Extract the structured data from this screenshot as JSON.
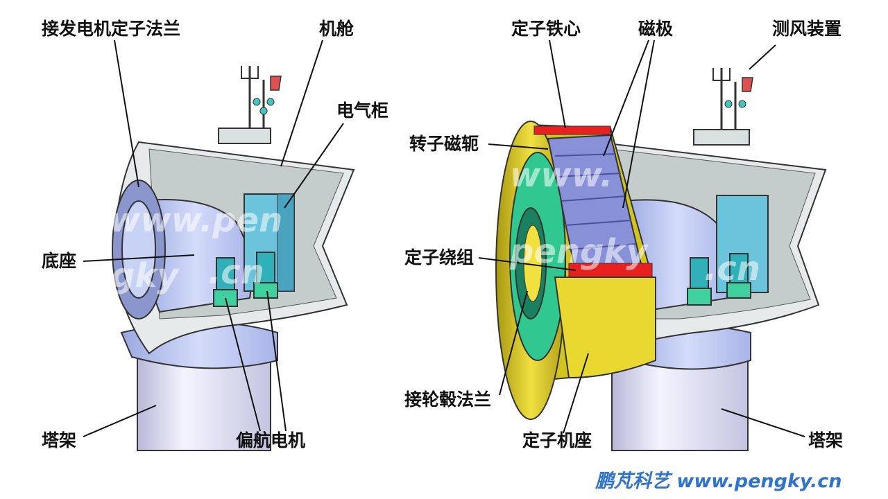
{
  "labels": {
    "left": {
      "stator_flange": "接发电机定子法兰",
      "nacelle": "机舱",
      "electrical_cabinet": "电气柜",
      "base": "底座",
      "tower": "塔架",
      "yaw_motor": "偏航电机"
    },
    "right": {
      "stator_core": "定子铁心",
      "magnetic_pole": "磁极",
      "wind_sensor": "测风装置",
      "rotor_yoke": "转子磁轭",
      "stator_winding": "定子绕组",
      "hub_flange": "接轮毂法兰",
      "stator_frame": "定子机座",
      "tower": "塔架"
    }
  },
  "watermark": {
    "left_line1": "www.pen",
    "left_line2": "gky",
    "left_line3": ".cn",
    "right_line1": "www.",
    "right_line2": "pengky",
    "right_line3": ".cn"
  },
  "footer": "鹏芃科艺 www.pengky.cn",
  "colors": {
    "tower": "#dcdcf2",
    "nacelle_shell": "#e8ecec",
    "base": "#b8c4f0",
    "cabinet": "#6cc4dc",
    "yaw_motor": "#40d0a0",
    "stator_frame": "#d8c828",
    "rotor": "#30c890",
    "poles": "#8890d8",
    "winding": "#e82020",
    "footer_text": "#2f74c8"
  }
}
